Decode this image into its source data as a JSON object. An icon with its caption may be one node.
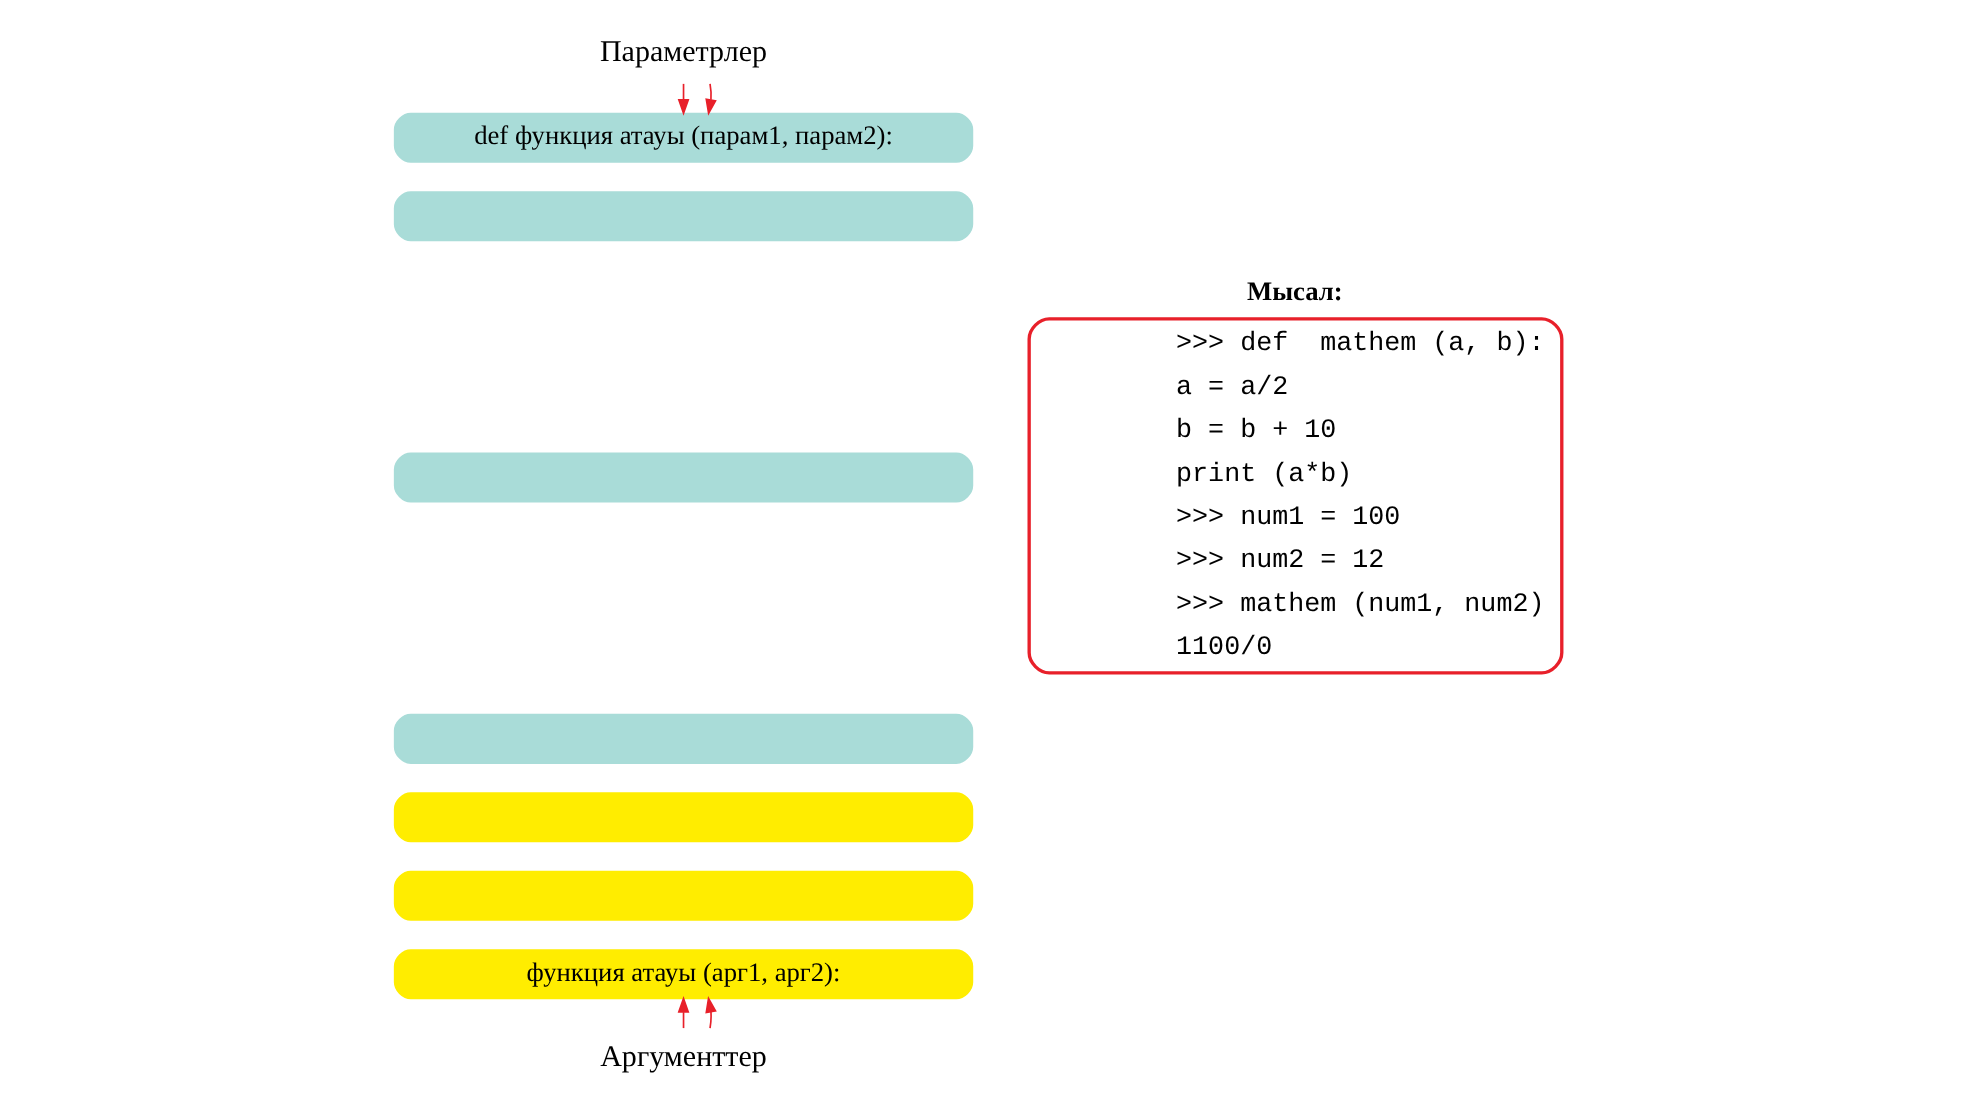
{
  "diagram": {
    "nodes": [
      {
        "text": [
          "Параметрлер"
        ]
      },
      {
        "text": [
          "def функция атауы (парам1, парам2):"
        ]
      },
      {
        "text": [],
        "shape": "box"
      },
      {
        "text": [],
        "shape": "box"
      },
      {
        "text": [],
        "shape": "box"
      },
      {
        "text": [],
        "shape": "box"
      },
      {
        "text": [],
        "shape": "box"
      },
      {
        "text": [
          "функция атауы (арг1, арг2):"
        ]
      },
      {
        "text": [
          "Аргументтер"
        ]
      },
      {
        "text": [
          "Мысал:",
          ">>> def  mathem (a, b):",
          "a = a/2",
          "b = b + 10",
          "print (a*b)",
          ">>> num1 = 100",
          ">>> num2 = 12",
          ">>> mathem (num1, num2)",
          "1100/0"
        ]
      }
    ],
    "edges": [
      {
        "from": 0,
        "to": 1,
        "arrow": "to"
      },
      {
        "from": 0,
        "to": 1,
        "arrow": "to"
      },
      {
        "from": 8,
        "to": 7,
        "arrow": "to"
      },
      {
        "from": 8,
        "to": 7,
        "arrow": "to"
      }
    ]
  }
}
